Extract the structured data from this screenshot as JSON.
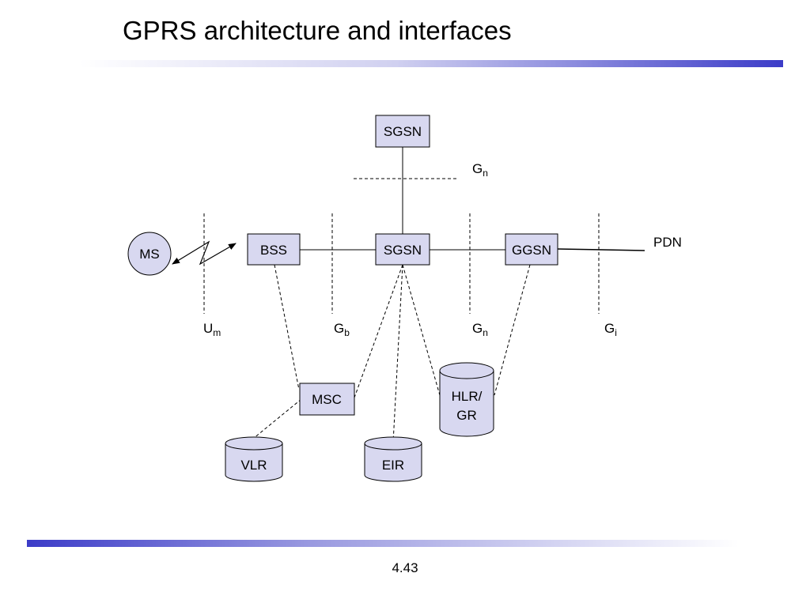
{
  "title": "GPRS architecture and interfaces",
  "page_number": "4.43",
  "colors": {
    "node_fill": "#d8d8f0",
    "accent": "#3c3cc8"
  },
  "nodes": {
    "sgsn_top": "SGSN",
    "ms": "MS",
    "bss": "BSS",
    "sgsn_main": "SGSN",
    "ggsn": "GGSN",
    "msc": "MSC",
    "vlr": "VLR",
    "eir": "EIR",
    "hlr_line1": "HLR/",
    "hlr_line2": "GR"
  },
  "network_label": "PDN",
  "interfaces": {
    "gn_top": {
      "base": "G",
      "sub": "n"
    },
    "um": {
      "base": "U",
      "sub": "m"
    },
    "gb": {
      "base": "G",
      "sub": "b"
    },
    "gn": {
      "base": "G",
      "sub": "n"
    },
    "gi": {
      "base": "G",
      "sub": "i"
    }
  }
}
